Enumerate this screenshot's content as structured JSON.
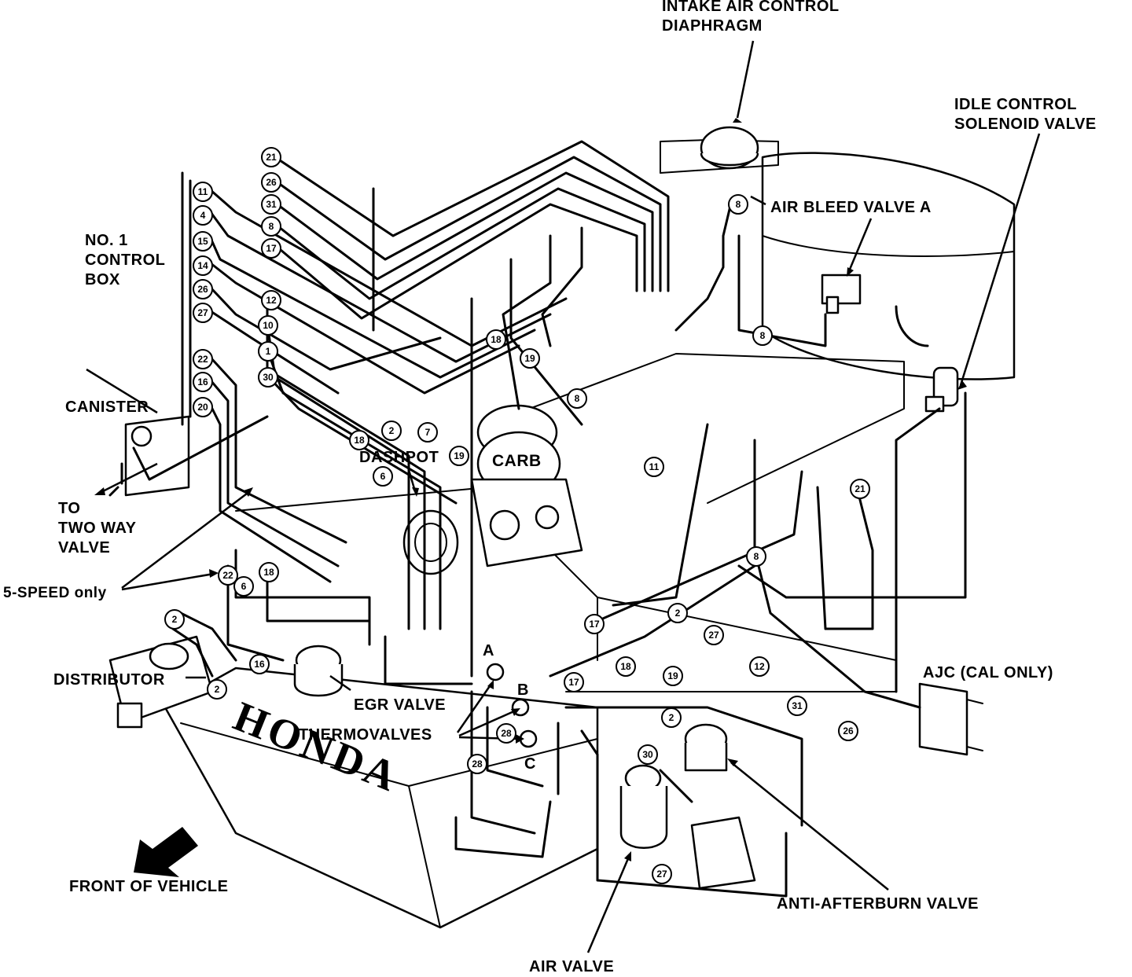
{
  "labels": {
    "intake_air_control_diaphragm": [
      "INTAKE AIR CONTROL",
      "DIAPHRAGM"
    ],
    "idle_control_solenoid_valve": [
      "IDLE CONTROL",
      "SOLENOID VALVE"
    ],
    "air_bleed_valve_a": "AIR BLEED VALVE A",
    "no1_control_box": [
      "NO. 1",
      "CONTROL",
      "BOX"
    ],
    "canister": "CANISTER",
    "to_two_way_valve": [
      "TO",
      "TWO WAY",
      "VALVE"
    ],
    "dashpot": "DASHPOT",
    "carb": "CARB",
    "five_speed_only": "5-SPEED only",
    "distributor": "DISTRIBUTOR",
    "egr_valve": "EGR VALVE",
    "thermovalves": "THERMOVALVES",
    "valve_a": "A",
    "valve_b": "B",
    "valve_c": "C",
    "ajc": "AJC (CAL ONLY)",
    "anti_afterburn_valve": "ANTI-AFTERBURN VALVE",
    "air_valve": "AIR VALVE",
    "front_of_vehicle": "FRONT OF VEHICLE",
    "honda": "HONDA"
  },
  "hose_numbers": {
    "control_box_left_column": [
      "11",
      "4",
      "15",
      "14",
      "26",
      "27",
      "22",
      "16",
      "20"
    ],
    "control_box_right_column": [
      "21",
      "26",
      "31",
      "8",
      "17",
      "12",
      "10",
      "1",
      "30"
    ],
    "carb_area": [
      "18",
      "2",
      "7",
      "19",
      "6",
      "18",
      "19",
      "8",
      "11"
    ],
    "left_lower": [
      "22",
      "6",
      "18",
      "2",
      "16",
      "2"
    ],
    "air_bleed": [
      "8",
      "8"
    ],
    "right_side": [
      "21",
      "8",
      "2",
      "27",
      "12",
      "31",
      "26"
    ],
    "center_lower": [
      "17",
      "17",
      "18",
      "19",
      "2"
    ],
    "thermovalve_area": [
      "28",
      "28"
    ],
    "anti_afterburn_area": [
      "30",
      "27"
    ]
  }
}
